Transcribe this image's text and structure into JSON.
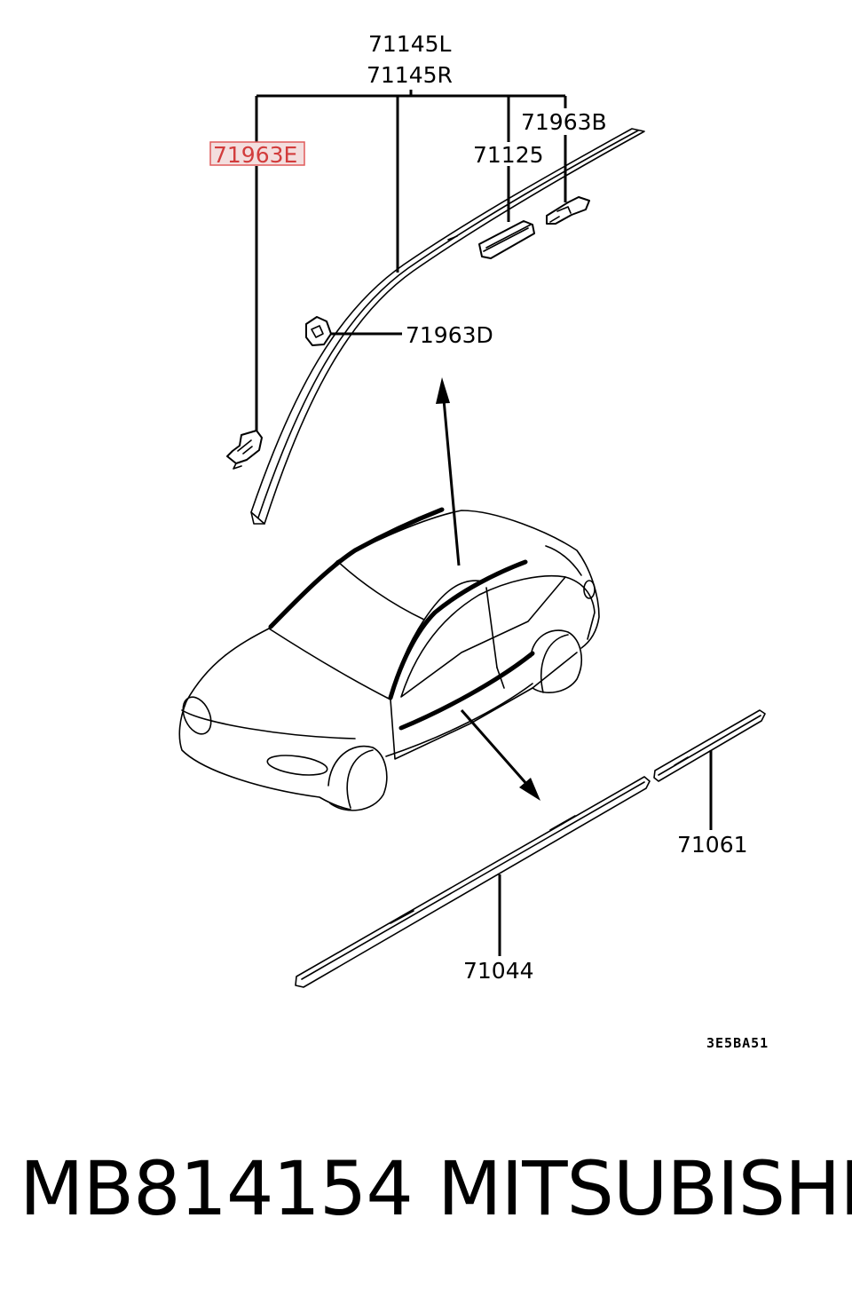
{
  "callouts": {
    "part_71145L": "71145L",
    "part_71145R": "71145R",
    "part_71963E": "71963E",
    "part_71963B": "71963B",
    "part_71125": "71125",
    "part_71963D": "71963D",
    "part_71061": "71061",
    "part_71044": "71044"
  },
  "diagram_code": "3E5BA51",
  "footer": {
    "part_number": "MB814154",
    "brand": "MITSUBISHI"
  },
  "colors": {
    "highlight_fill": "#f3dede",
    "highlight_stroke": "#e05a5a",
    "highlight_text": "#d23c3c"
  }
}
